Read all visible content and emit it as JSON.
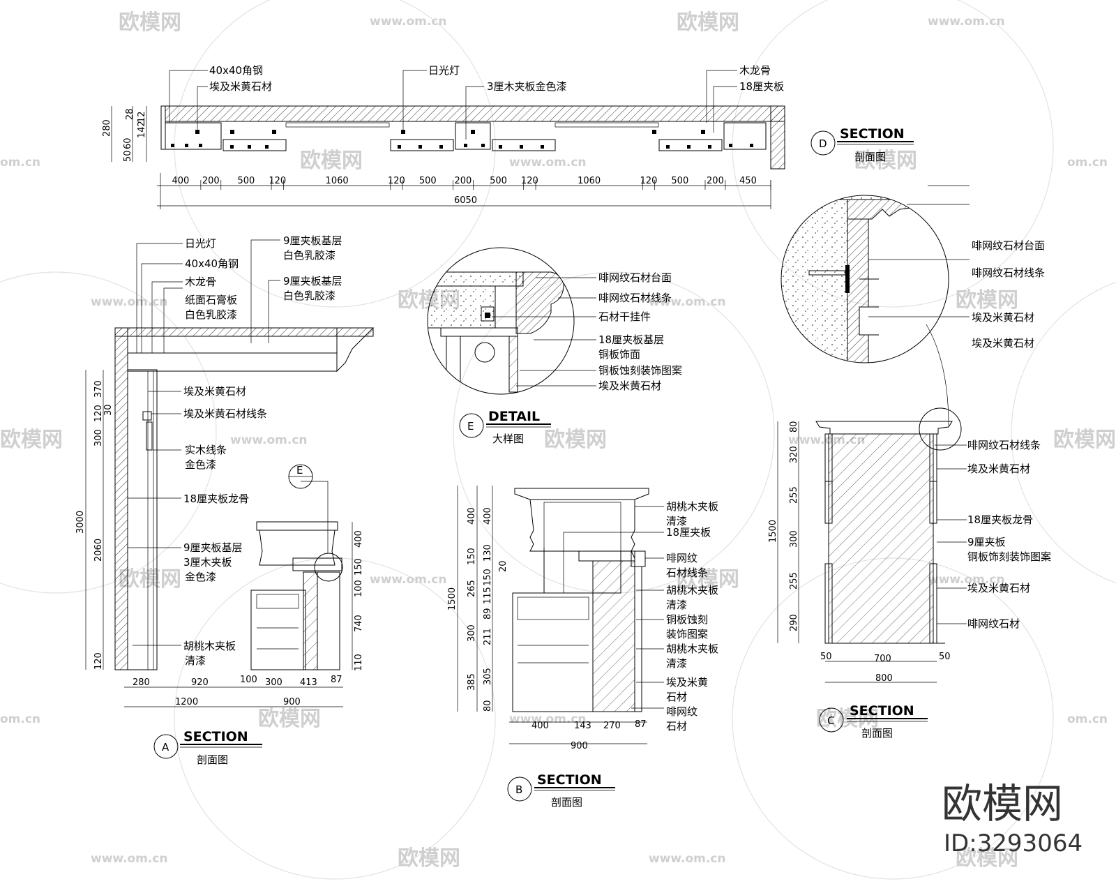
{
  "watermark": {
    "brand": "欧模网",
    "site": "www.om.cn",
    "site_short": "om.cn"
  },
  "branding": {
    "logo_text": "欧模网",
    "id_text": "ID:3293064"
  },
  "section_d": {
    "title": "SECTION",
    "subtitle": "剖面图",
    "marker": "D",
    "labels": {
      "angle_steel": "40x40角钢",
      "egypt_marble": "埃及米黄石材",
      "fluorescent": "日光灯",
      "plywood_gold": "3厘木夹板金色漆",
      "wood_keel": "木龙骨",
      "plywood_18": "18厘夹板"
    },
    "dims_bottom": [
      "400",
      "200",
      "500",
      "120",
      "1060",
      "120",
      "500",
      "200",
      "500",
      "120",
      "1060",
      "120",
      "500",
      "200",
      "450"
    ],
    "dim_total": "6050",
    "dims_left": [
      "280",
      "60",
      "50",
      "28",
      "142",
      "12"
    ]
  },
  "section_a": {
    "title": "SECTION",
    "subtitle": "剖面图",
    "marker": "A",
    "labels": {
      "fluorescent": "日光灯",
      "angle_steel": "40x40角钢",
      "wood_keel": "木龙骨",
      "gypsum_1": "纸面石膏板",
      "gypsum_2": "白色乳胶漆",
      "base9_a1": "9厘夹板基层",
      "base9_a2": "白色乳胶漆",
      "base9_b1": "9厘夹板基层",
      "base9_b2": "白色乳胶漆",
      "egypt_marble": "埃及米黄石材",
      "egypt_marble_line": "埃及米黄石材线条",
      "solid_wood_1": "实木线条",
      "solid_wood_2": "金色漆",
      "keel18": "18厘夹板龙骨",
      "base9_c1": "9厘夹板基层",
      "base9_c2": "3厘木夹板",
      "base9_c3": "金色漆",
      "walnut_1": "胡桃木夹板",
      "walnut_2": "清漆"
    },
    "detail_marker": "E",
    "dims_left_outer": [
      "3000"
    ],
    "dims_left_inner": [
      "370",
      "120",
      "30",
      "300",
      "2060",
      "120"
    ],
    "dims_right": [
      "400",
      "150",
      "100",
      "740",
      "110"
    ],
    "dims_bottom": [
      "280",
      "920",
      "100",
      "300",
      "413",
      "87"
    ],
    "dims_bottom_total": [
      "1200",
      "900"
    ]
  },
  "detail_e": {
    "title": "DETAIL",
    "subtitle": "大样图",
    "marker": "E",
    "labels": {
      "coffee_top": "啡网纹石材台面",
      "coffee_line": "啡网纹石材线条",
      "hanger": "石材干挂件",
      "copper_1": "18厘夹板基层",
      "copper_2": "铜板饰面",
      "copper_etch": "铜板蚀刻装饰图案",
      "egypt_marble": "埃及米黄石材"
    }
  },
  "section_b": {
    "title": "SECTION",
    "subtitle": "剖面图",
    "marker": "B",
    "labels": {
      "walnut_1a": "胡桃木夹板",
      "walnut_1b": "清漆",
      "plywood18": "18厘夹板",
      "coffee_line_1": "啡网纹",
      "coffee_line_2": "石材线条",
      "walnut_2a": "胡桃木夹板",
      "walnut_2b": "清漆",
      "etch_1": "铜板蚀刻",
      "etch_2": "装饰图案",
      "walnut_3a": "胡桃木夹板",
      "walnut_3b": "清漆",
      "egypt_1": "埃及米黄",
      "egypt_2": "石材",
      "coffee_1": "啡网纹",
      "coffee_2": "石材"
    },
    "dims_left_outer": [
      "1500"
    ],
    "dims_left_mid": [
      "400",
      "150",
      "265",
      "300",
      "385"
    ],
    "dims_left_inner": [
      "400",
      "130",
      "20",
      "150",
      "115",
      "89",
      "211",
      "305",
      "80"
    ],
    "dims_bottom": [
      "400",
      "143",
      "270",
      "87"
    ],
    "dims_bottom_total": "900"
  },
  "section_c": {
    "title": "SECTION",
    "subtitle": "剖面图",
    "marker": "C",
    "labels": {
      "coffee_top": "啡网纹石材台面",
      "coffee_line": "啡网纹石材线条",
      "egypt_1": "埃及米黄石材",
      "egypt_2": "埃及米黄石材",
      "coffee_line_b": "啡网纹石材线条",
      "egypt_b": "埃及米黄石材",
      "keel18": "18厘夹板龙骨",
      "copper_1": "9厘夹板",
      "copper_2": "铜板饰刻装饰图案",
      "egypt_c": "埃及米黄石材",
      "coffee_stone": "啡网纹石材"
    },
    "dims_left_outer": [
      "1500"
    ],
    "dims_left": [
      "80",
      "320",
      "255",
      "300",
      "255",
      "290"
    ],
    "dims_bottom": [
      "50",
      "700",
      "50"
    ],
    "dims_bottom_total": "800"
  }
}
